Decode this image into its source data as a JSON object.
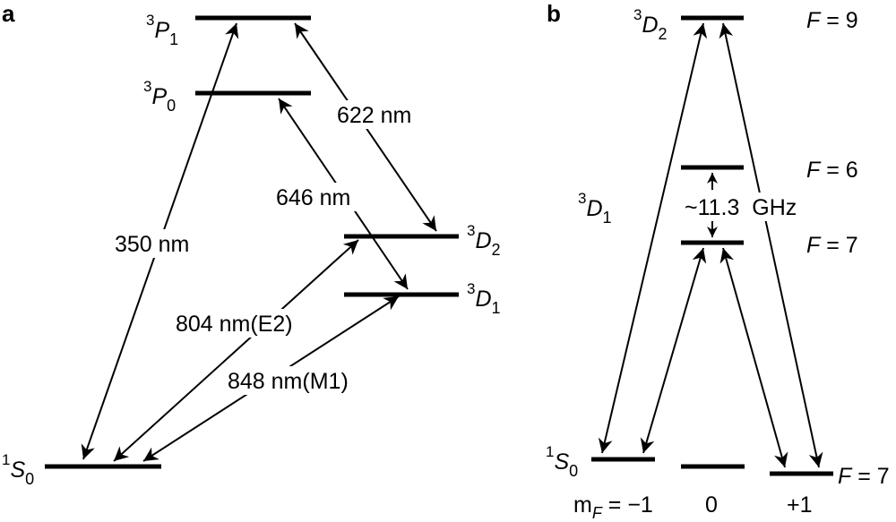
{
  "panel_a": {
    "label": "a",
    "levels": {
      "p1": {
        "sup": "3",
        "letter": "P",
        "sub": "1"
      },
      "p0": {
        "sup": "3",
        "letter": "P",
        "sub": "0"
      },
      "d2": {
        "sup": "3",
        "letter": "D",
        "sub": "2"
      },
      "d1": {
        "sup": "3",
        "letter": "D",
        "sub": "1"
      },
      "s0": {
        "sup": "1",
        "letter": "S",
        "sub": "0"
      }
    },
    "transitions": {
      "uv": "350 nm",
      "red1": "622 nm",
      "red2": "646 nm",
      "e2": "804 nm(E2)",
      "m1": "848 nm(M1)"
    }
  },
  "panel_b": {
    "label": "b",
    "levels": {
      "d2": {
        "sup": "3",
        "letter": "D",
        "sub": "2"
      },
      "d1": {
        "sup": "3",
        "letter": "D",
        "sub": "1"
      },
      "s0": {
        "sup": "1",
        "letter": "S",
        "sub": "0"
      }
    },
    "hyperfine": {
      "f9": {
        "letter": "F",
        "rest": " = 9"
      },
      "f6": {
        "letter": "F",
        "rest": " = 6"
      },
      "f7": {
        "letter": "F",
        "rest": " = 7"
      },
      "f7_ground": {
        "letter": "F",
        "rest": " = 7"
      }
    },
    "splitting": "~11.3  GHz",
    "mf": {
      "prefix": "m",
      "sub": "F",
      "value": " = −1",
      "zero": "0",
      "plus": "+1"
    }
  }
}
